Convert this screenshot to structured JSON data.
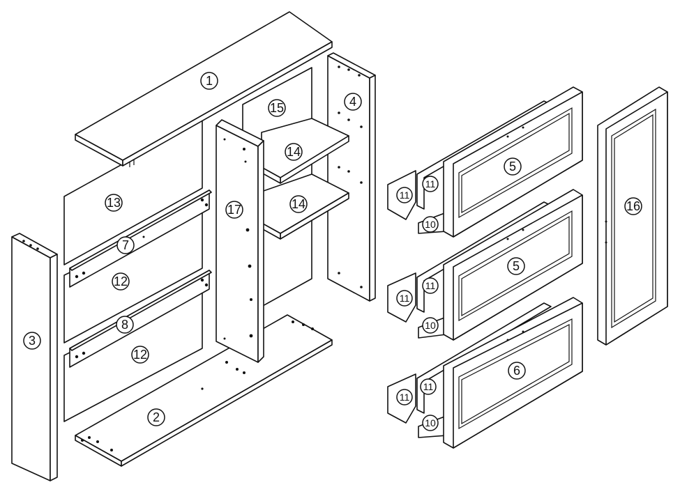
{
  "parts": [
    {
      "id": "part-1",
      "label": "1"
    },
    {
      "id": "part-2",
      "label": "2"
    },
    {
      "id": "part-3",
      "label": "3"
    },
    {
      "id": "part-4",
      "label": "4"
    },
    {
      "id": "part-5a",
      "label": "5"
    },
    {
      "id": "part-5b",
      "label": "5"
    },
    {
      "id": "part-6",
      "label": "6"
    },
    {
      "id": "part-7",
      "label": "7"
    },
    {
      "id": "part-8",
      "label": "8"
    },
    {
      "id": "part-10a",
      "label": "10"
    },
    {
      "id": "part-10b",
      "label": "10"
    },
    {
      "id": "part-10c",
      "label": "10"
    },
    {
      "id": "part-11a",
      "label": "11"
    },
    {
      "id": "part-11b",
      "label": "11"
    },
    {
      "id": "part-11c",
      "label": "11"
    },
    {
      "id": "part-11d",
      "label": "11"
    },
    {
      "id": "part-11e",
      "label": "11"
    },
    {
      "id": "part-11f",
      "label": "11"
    },
    {
      "id": "part-12a",
      "label": "12"
    },
    {
      "id": "part-12b",
      "label": "12"
    },
    {
      "id": "part-13",
      "label": "13"
    },
    {
      "id": "part-14a",
      "label": "14"
    },
    {
      "id": "part-14b",
      "label": "14"
    },
    {
      "id": "part-15",
      "label": "15"
    },
    {
      "id": "part-16",
      "label": "16"
    },
    {
      "id": "part-17",
      "label": "17"
    }
  ]
}
